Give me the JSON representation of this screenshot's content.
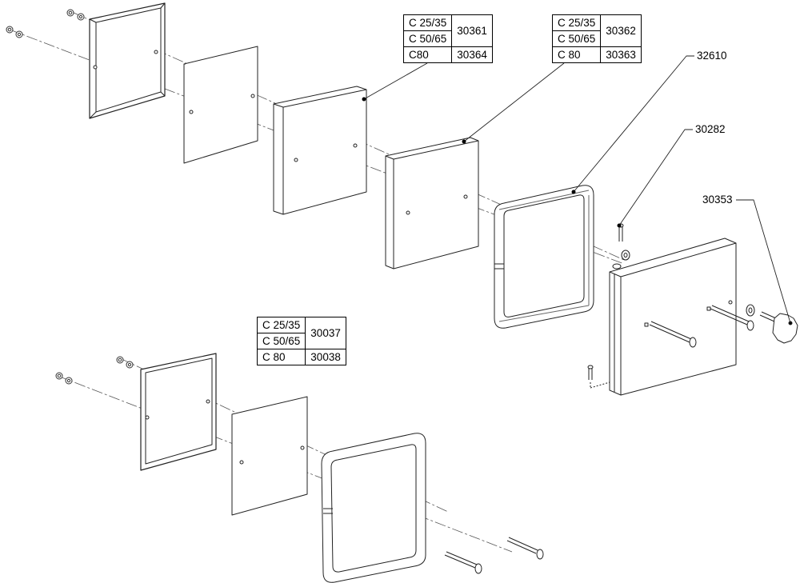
{
  "tables": {
    "t1": {
      "rows": [
        {
          "model": "C 25/35"
        },
        {
          "model": "C 50/65"
        },
        {
          "model": "C80"
        }
      ],
      "codes": [
        "30361",
        "30364"
      ]
    },
    "t2": {
      "rows": [
        {
          "model": "C 25/35"
        },
        {
          "model": "C 50/65"
        },
        {
          "model": "C 80"
        }
      ],
      "codes": [
        "30362",
        "30363"
      ]
    },
    "t3": {
      "rows": [
        {
          "model": "C 25/35"
        },
        {
          "model": "C 50/65"
        },
        {
          "model": "C 80"
        }
      ],
      "codes": [
        "30037",
        "30038"
      ]
    }
  },
  "labels": {
    "l32610": "32610",
    "l30282": "30282",
    "l30353": "30353"
  }
}
